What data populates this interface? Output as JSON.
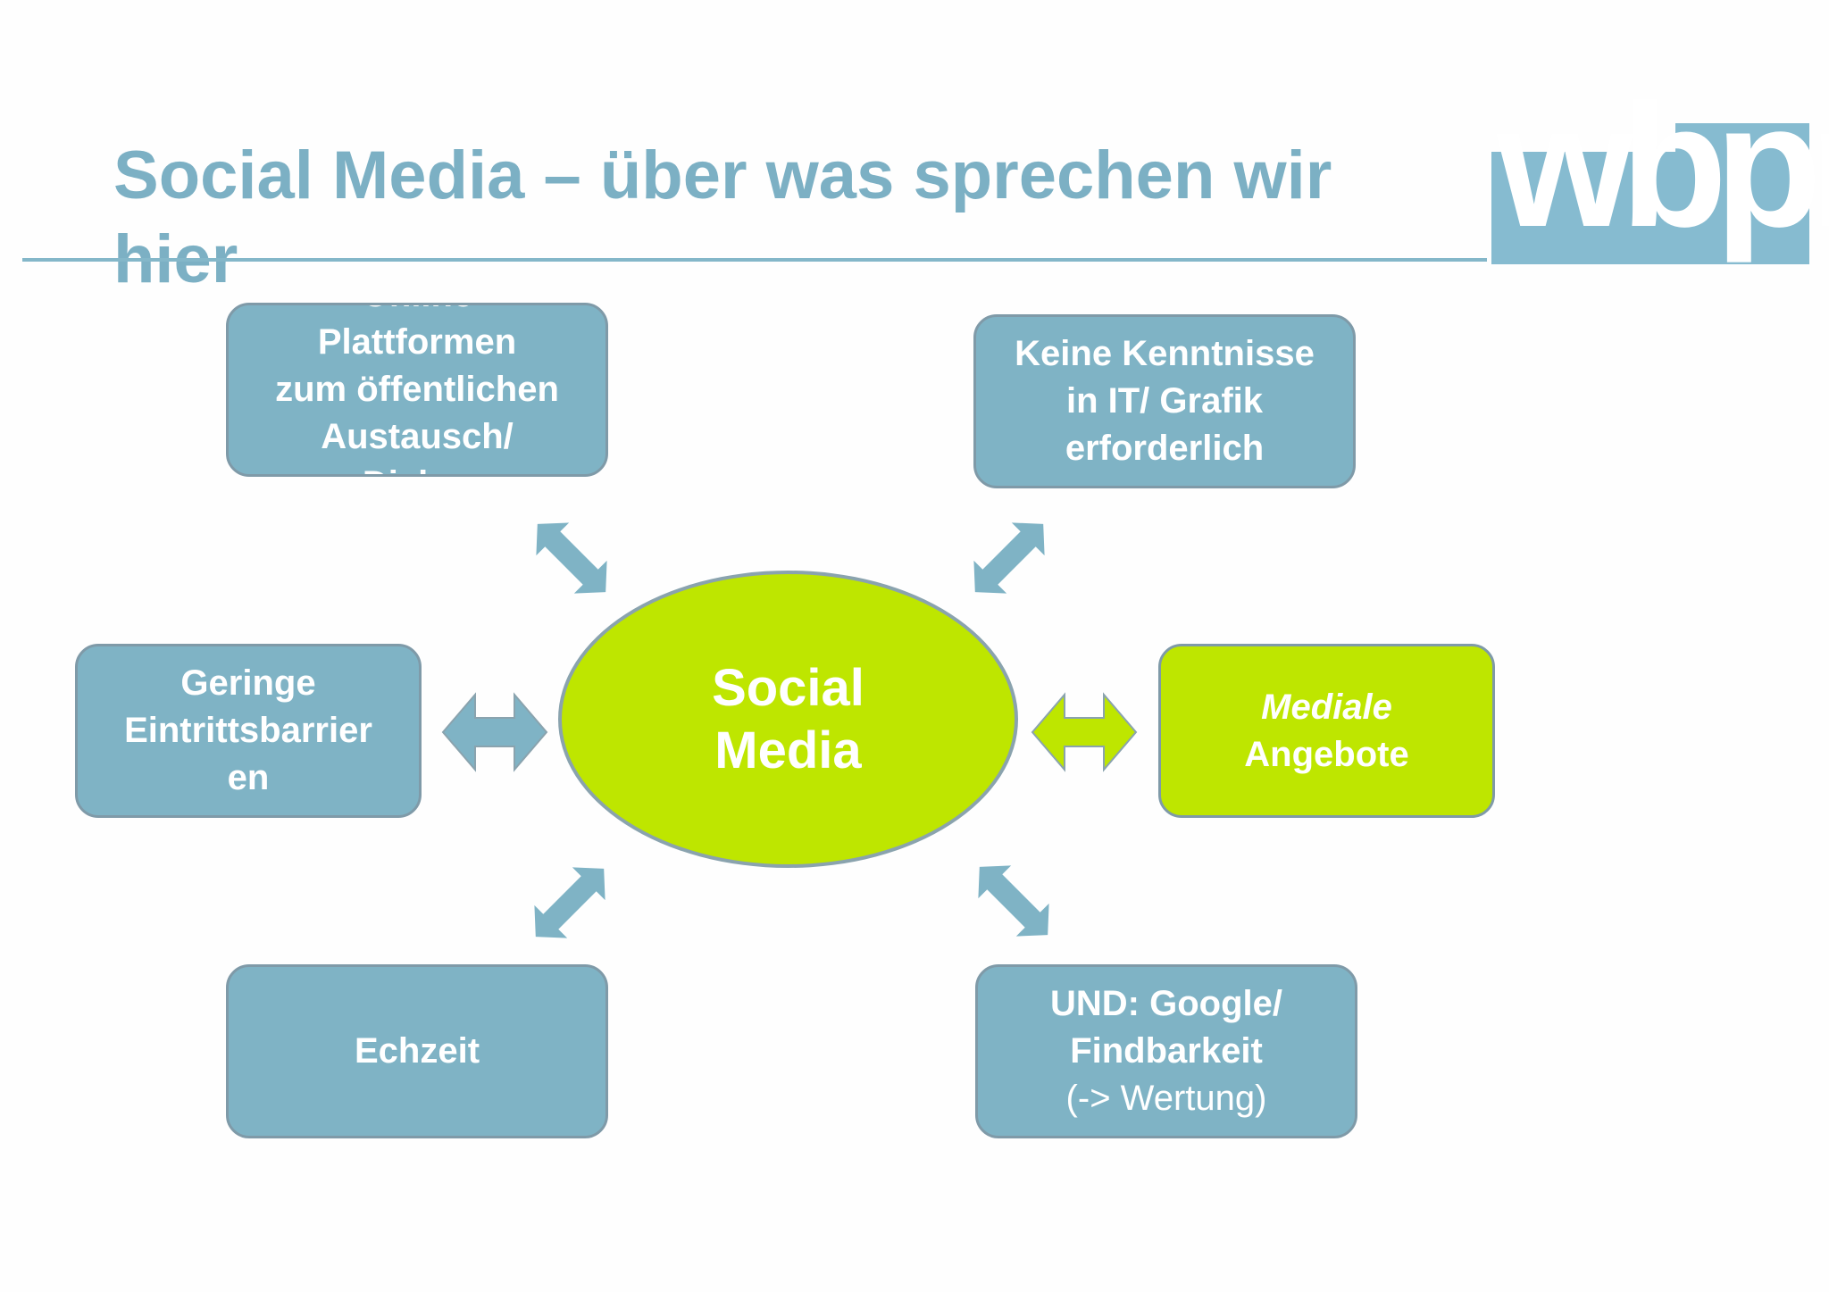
{
  "slide": {
    "title": "Social Media – über was sprechen wir hier"
  },
  "logo": {
    "text": "wbpr"
  },
  "colors": {
    "title": "#7cb0c4",
    "box_fill": "#7fb3c5",
    "box_border": "#7f9aa8",
    "accent_fill": "#bee600",
    "arrow_blue": "#7fb3c5",
    "arrow_green": "#bee600"
  },
  "center": {
    "lines": [
      "Social",
      "Media"
    ]
  },
  "nodes": {
    "online_plattformen": {
      "lines": [
        "Online",
        "Plattformen",
        "zum öffentlichen",
        "Austausch/",
        "Dialog"
      ]
    },
    "keine_kenntnisse": {
      "lines": [
        "Keine Kenntnisse",
        "in IT/ Grafik",
        "erforderlich"
      ]
    },
    "geringe_eintrittsbarrieren": {
      "lines": [
        "Geringe",
        "Eintrittsbarrier",
        "en"
      ]
    },
    "mediale_angebote": {
      "line1": "Mediale",
      "line2": "Angebote"
    },
    "echzeit": {
      "lines": [
        "Echzeit"
      ]
    },
    "und_google": {
      "line1": "UND: Google/",
      "line2": "Findbarkeit",
      "line3": "(-> Wertung)"
    }
  },
  "arrows": [
    {
      "id": "top-left",
      "direction": "diagonal",
      "color": "blue"
    },
    {
      "id": "top-right",
      "direction": "diagonal",
      "color": "blue"
    },
    {
      "id": "left",
      "direction": "horizontal",
      "color": "blue"
    },
    {
      "id": "right",
      "direction": "horizontal",
      "color": "green"
    },
    {
      "id": "bottom-left",
      "direction": "diagonal",
      "color": "blue"
    },
    {
      "id": "bottom-right",
      "direction": "diagonal",
      "color": "blue"
    }
  ]
}
